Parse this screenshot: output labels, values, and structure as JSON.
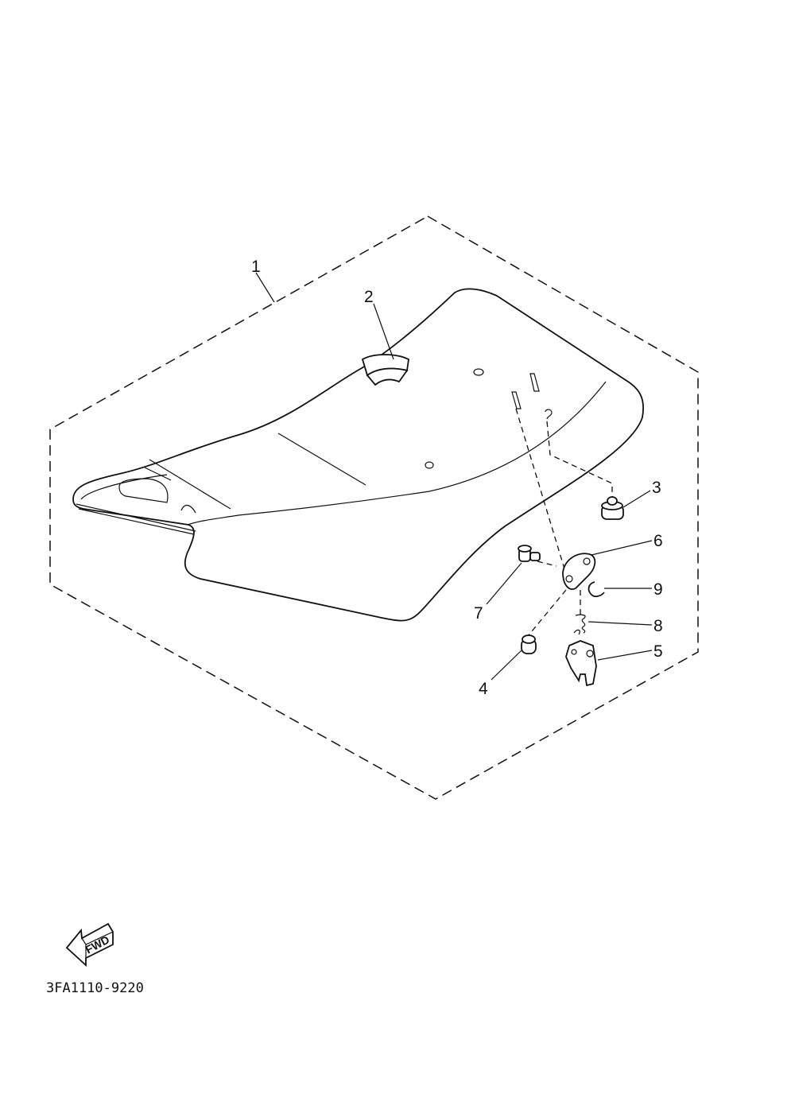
{
  "callouts": {
    "c1": "1",
    "c2": "2",
    "c3": "3",
    "c4": "4",
    "c5": "5",
    "c6": "6",
    "c7": "7",
    "c8": "8",
    "c9": "9"
  },
  "fwd_label": "FWD",
  "diagram_code": "3FA1110-9220",
  "icons": {
    "fwd_arrow": "forward-arrow-icon"
  },
  "colors": {
    "ink": "#111111",
    "paper": "#ffffff"
  }
}
